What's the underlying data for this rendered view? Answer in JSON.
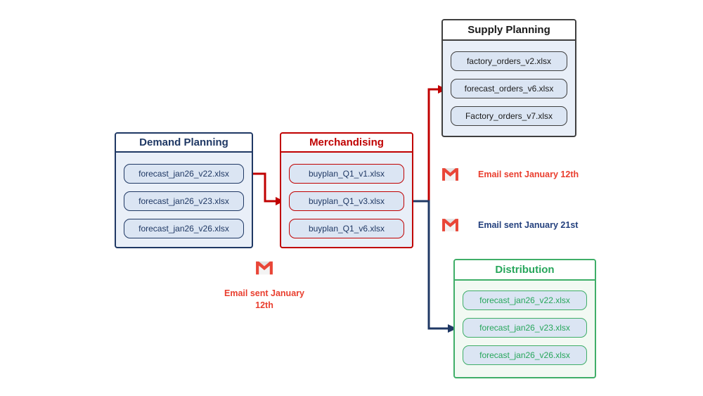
{
  "diagram": {
    "groups": {
      "demand": {
        "title": "Demand Planning",
        "files": [
          "forecast_jan26_v22.xlsx",
          "forecast_jan26_v23.xlsx",
          "forecast_jan26_v26.xlsx"
        ]
      },
      "merchandising": {
        "title": "Merchandising",
        "files": [
          "buyplan_Q1_v1.xlsx",
          "buyplan_Q1_v3.xlsx",
          "buyplan_Q1_v6.xlsx"
        ]
      },
      "supply": {
        "title": "Supply Planning",
        "files": [
          "factory_orders_v2.xlsx",
          "forecast_orders_v6.xlsx",
          "Factory_orders_v7.xlsx"
        ]
      },
      "distribution": {
        "title": "Distribution",
        "files": [
          "forecast_jan26_v22.xlsx",
          "forecast_jan26_v23.xlsx",
          "forecast_jan26_v26.xlsx"
        ]
      }
    },
    "emails": {
      "supply_email": {
        "label": "Email sent January 12th"
      },
      "distribution_email": {
        "label": "Email sent January 21st"
      },
      "merch_email": {
        "label_line1": "Email sent January",
        "label_line2": "12th"
      }
    },
    "colors": {
      "navy": "#1f3864",
      "red": "#c00000",
      "dark": "#3f3f3f",
      "dark_text": "#1a1a1a",
      "green": "#3fae68",
      "green_text": "#27a65b",
      "panel_blue": "#e9eff8",
      "panel_green": "#f2f9f3",
      "pill_blue": "#dbe5f3",
      "email_red": "#e93e2e",
      "email_navy": "#24417e",
      "gmail_red": "#e94537",
      "background": "#ffffff"
    }
  }
}
